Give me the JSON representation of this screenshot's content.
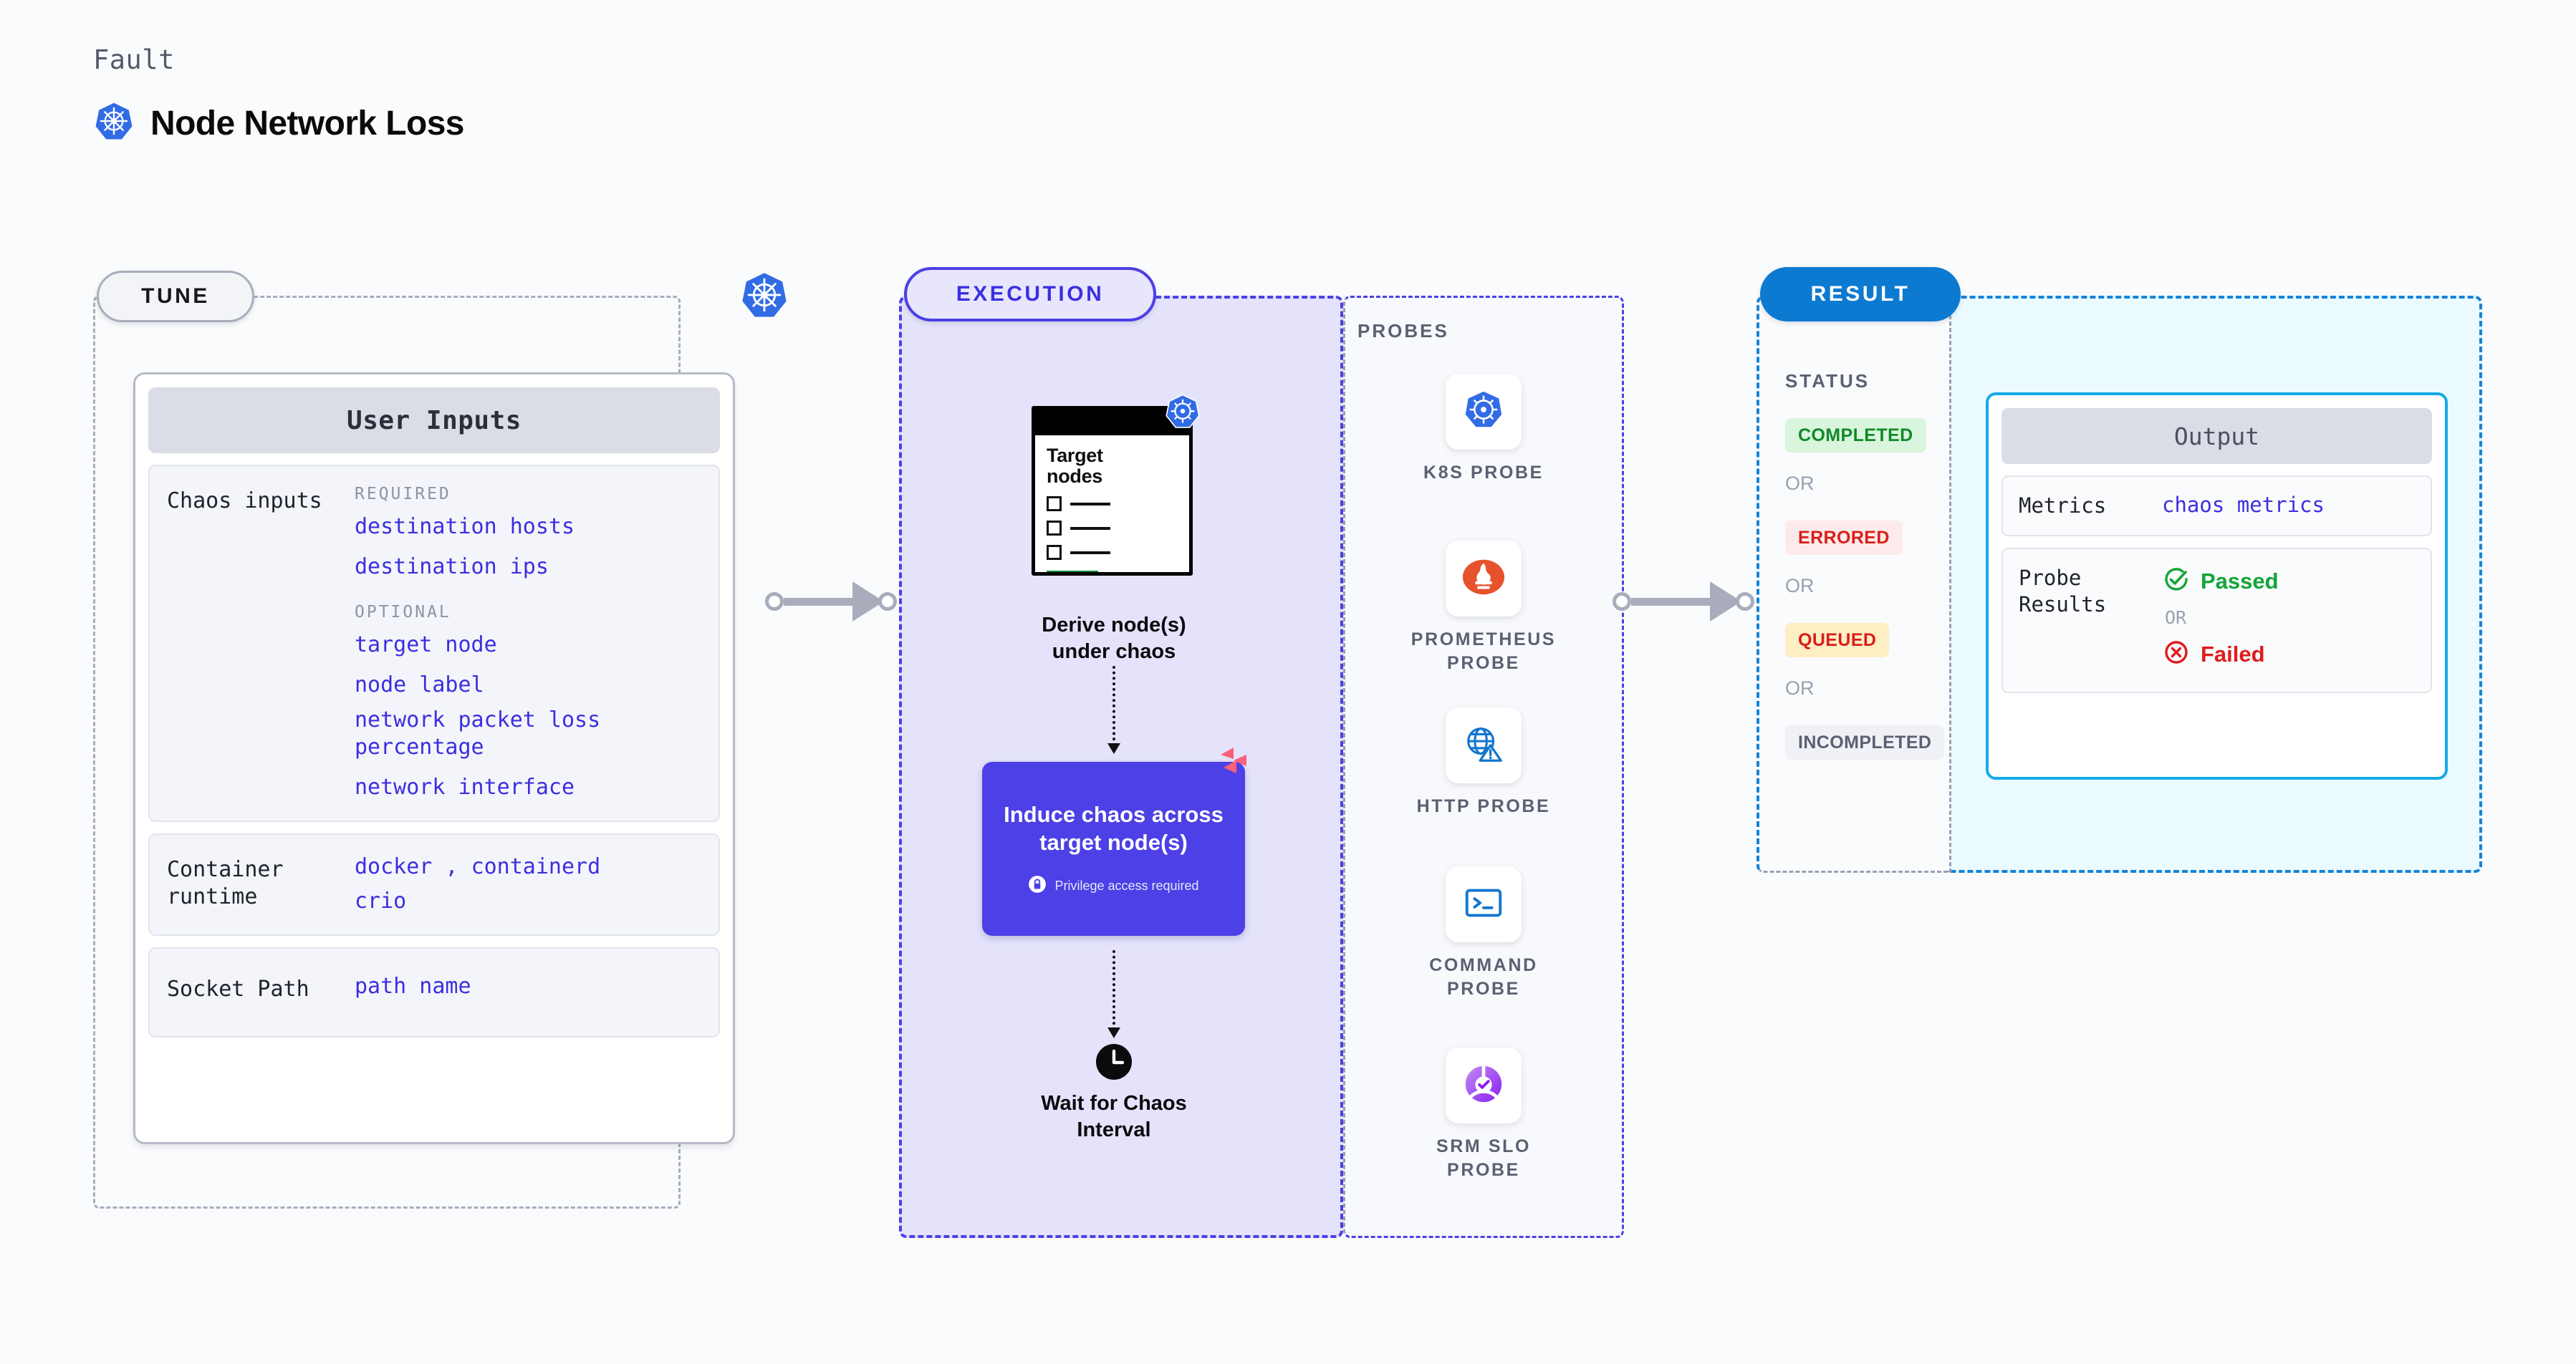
{
  "header": {
    "eyebrow": "Fault",
    "title": "Node Network Loss",
    "icon": "kubernetes-icon"
  },
  "colors": {
    "accent_purple": "#3b2fe0",
    "execution_fill": "#e4e3fb",
    "result_blue": "#0d7ad1",
    "output_border": "#16a9e8",
    "k8s_blue": "#326ce5",
    "litmus_pink": "#f9607a"
  },
  "tune": {
    "pill_label": "TUNE",
    "badge_icon": "kubernetes-icon",
    "card_title": "User Inputs",
    "rows": [
      {
        "label": "Chaos inputs",
        "groups": [
          {
            "heading": "REQUIRED",
            "values": [
              "destination hosts",
              "destination ips"
            ]
          },
          {
            "heading": "OPTIONAL",
            "values": [
              "target node",
              "node label",
              "network packet loss percentage",
              "network interface"
            ]
          }
        ]
      },
      {
        "label": "Container runtime",
        "values_line1": "docker",
        "values_separator": ",",
        "values_line1b": "containerd",
        "values_line2": "crio"
      },
      {
        "label": "Socket Path",
        "value": "path name"
      }
    ]
  },
  "execution": {
    "pill_label": "EXECUTION",
    "target_card": {
      "title_line1": "Target",
      "title_line2": "nodes",
      "badge_icon": "kubernetes-icon",
      "checkbox_count": 3
    },
    "derive_label_line1": "Derive node(s)",
    "derive_label_line2": "under chaos",
    "chaos_box": {
      "text_line1": "Induce chaos across",
      "text_line2": "target node(s)",
      "privilege_note": "Privilege access required",
      "privilege_icon": "lock-icon",
      "corner_icon": "litmus-logo-icon"
    },
    "wait": {
      "icon": "clock-icon",
      "label_line1": "Wait for Chaos",
      "label_line2": "Interval"
    }
  },
  "probes": {
    "title": "PROBES",
    "items": [
      {
        "name_line1": "K8S  PROBE",
        "name_line2": "",
        "icon": "kubernetes-icon"
      },
      {
        "name_line1": "PROMETHEUS",
        "name_line2": "PROBE",
        "icon": "prometheus-icon"
      },
      {
        "name_line1": "HTTP  PROBE",
        "name_line2": "",
        "icon": "globe-warning-icon"
      },
      {
        "name_line1": "COMMAND",
        "name_line2": "PROBE",
        "icon": "terminal-icon"
      },
      {
        "name_line1": "SRM  SLO",
        "name_line2": "PROBE",
        "icon": "srm-slo-icon"
      }
    ]
  },
  "result": {
    "pill_label": "RESULT",
    "status_title": "STATUS",
    "or_label": "OR",
    "badges": [
      {
        "label": "COMPLETED",
        "bg": "#d9f5dd",
        "fg": "#0f8a26"
      },
      {
        "label": "ERRORED",
        "bg": "#fdeaea",
        "fg": "#d91e18"
      },
      {
        "label": "QUEUED",
        "bg": "#fdeec4",
        "fg": "#d91e18"
      },
      {
        "label": "INCOMPLETED",
        "bg": "#f0f1f6",
        "fg": "#5b6072"
      }
    ],
    "output": {
      "title": "Output",
      "metrics_label": "Metrics",
      "metrics_value": "chaos metrics",
      "probe_results_label": "Probe Results",
      "passed_label": "Passed",
      "passed_icon": "check-circle-icon",
      "or_label": "OR",
      "failed_label": "Failed",
      "failed_icon": "x-circle-icon"
    }
  }
}
